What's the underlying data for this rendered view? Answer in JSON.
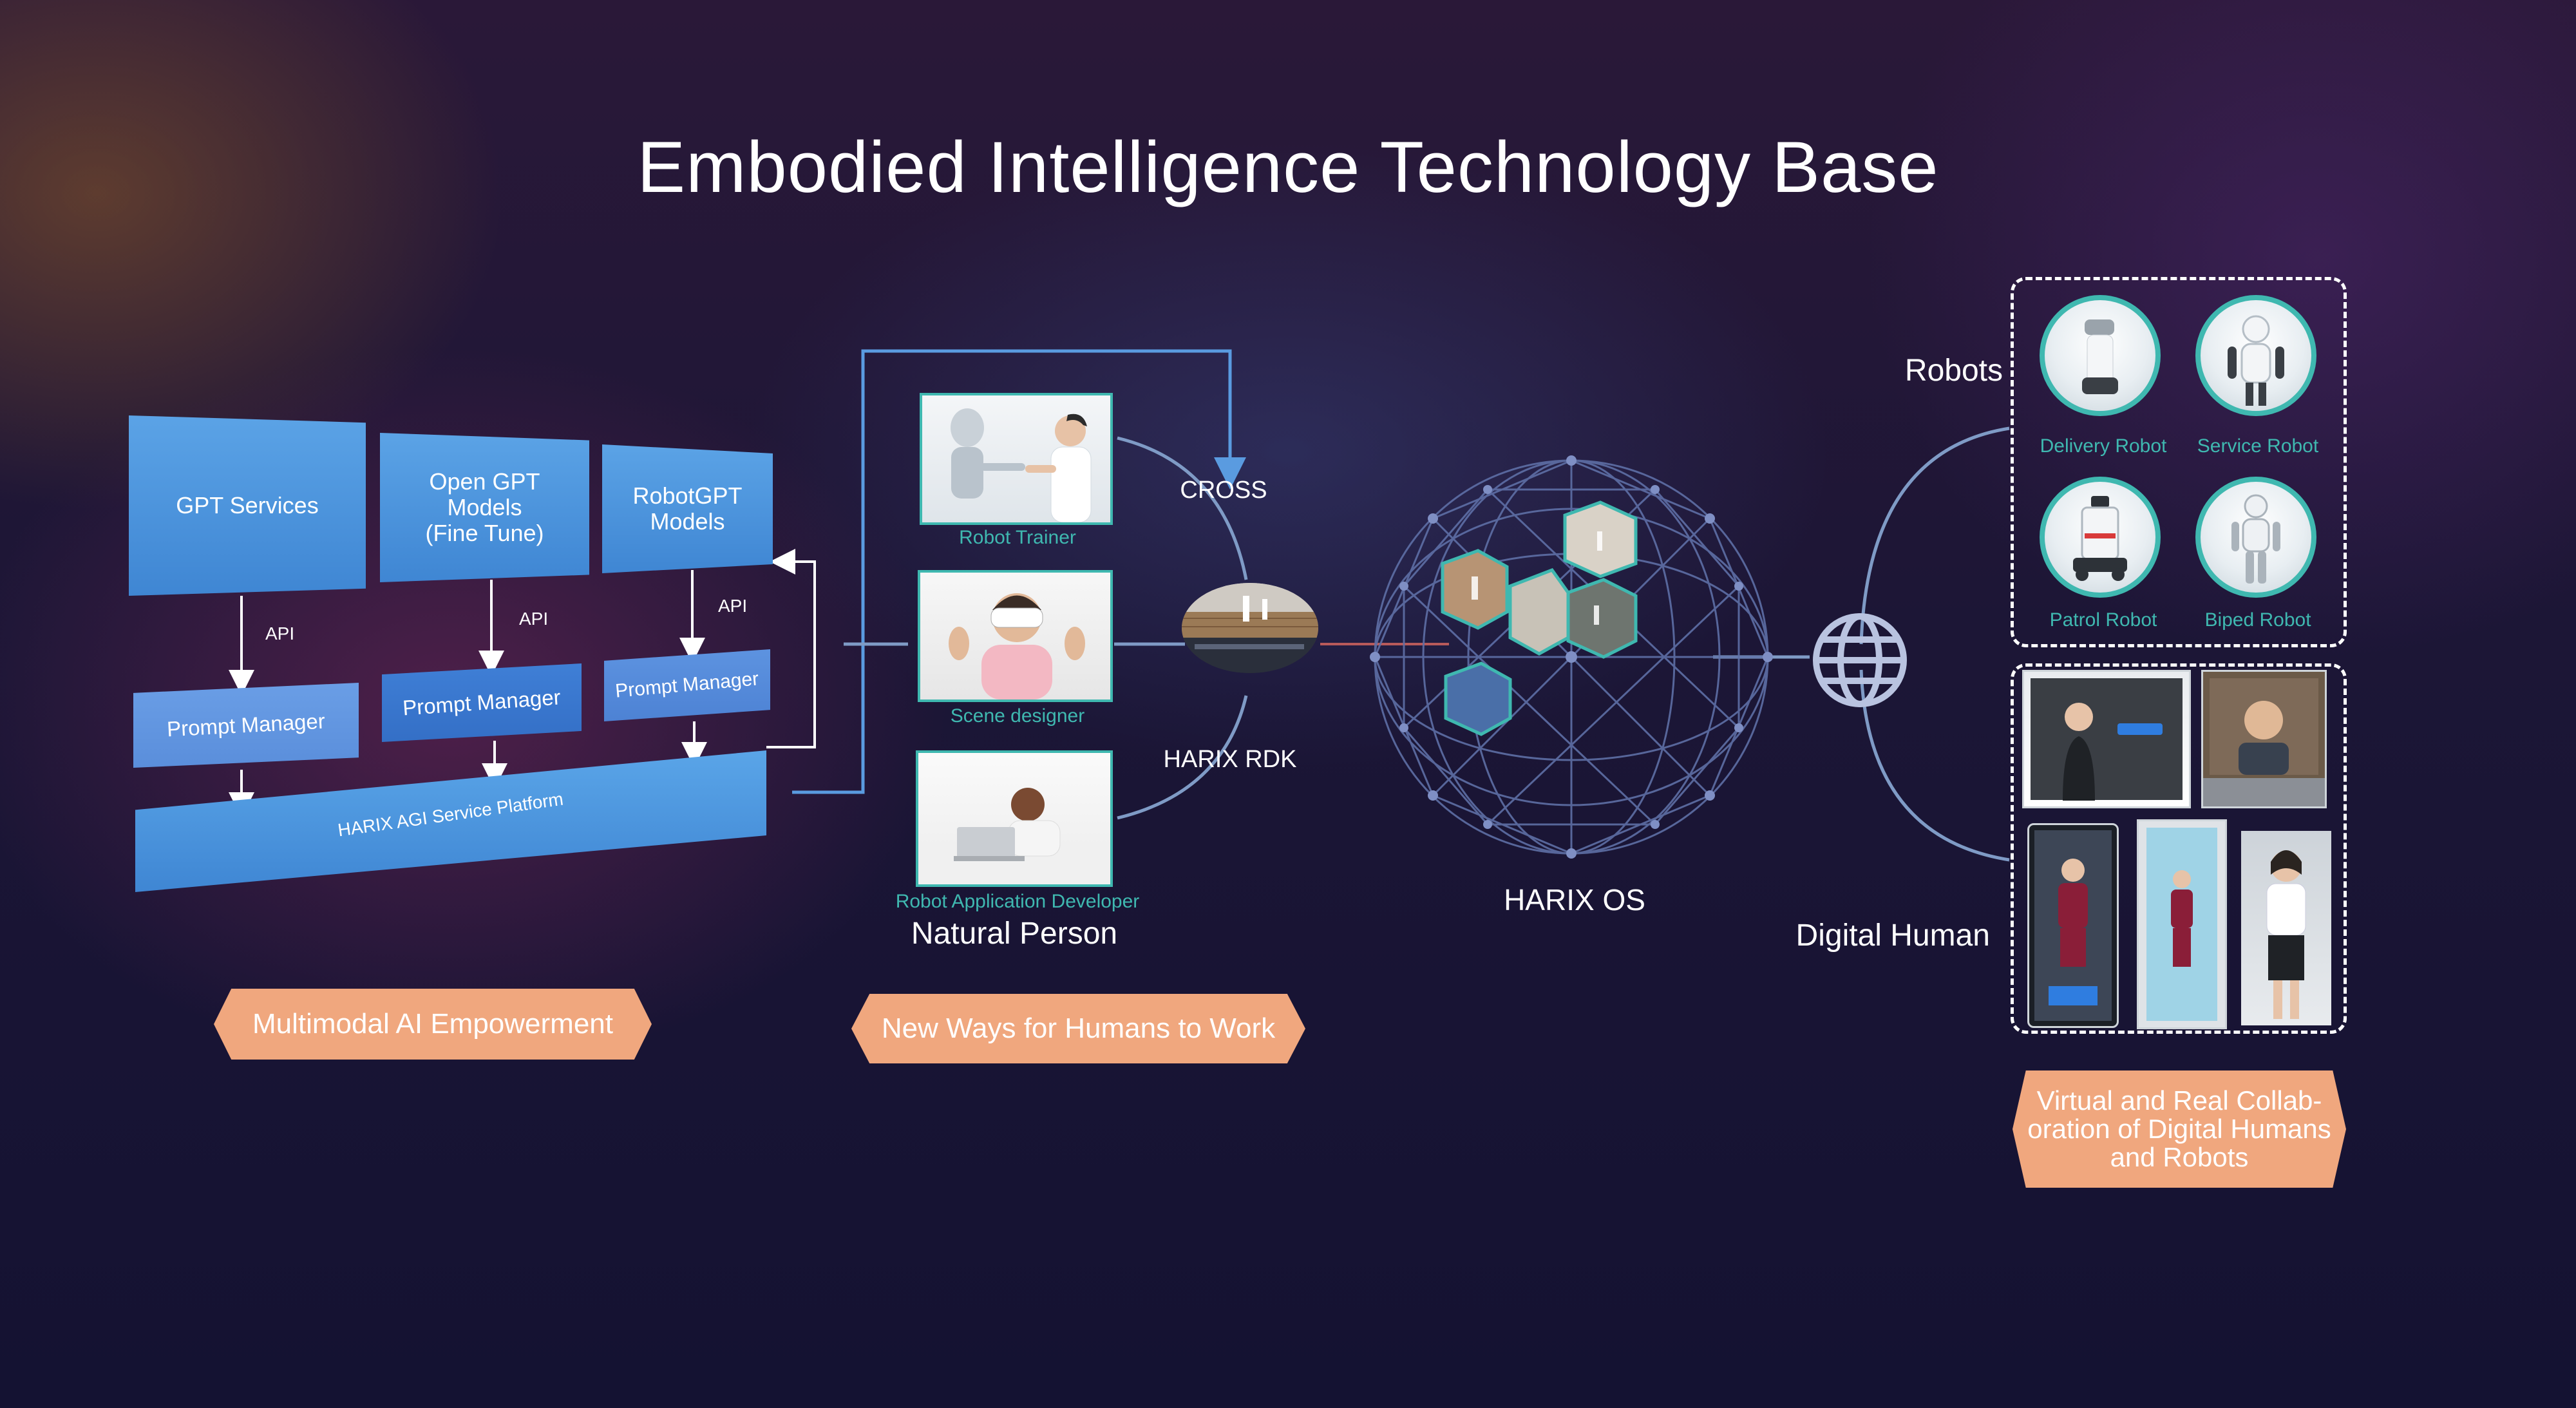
{
  "title": "Embodied Intelligence Technology Base",
  "left_stack": {
    "blocks": [
      "GPT Services",
      "Open GPT\nModels\n(Fine Tune)",
      "RobotGPT\nModels"
    ],
    "api_labels": [
      "API",
      "API",
      "API"
    ],
    "prompt_managers": [
      "Prompt Manager",
      "Prompt Manager",
      "Prompt Manager"
    ],
    "platform": "HARIX AGI Service Platform",
    "badge": "Multimodal AI Empowerment"
  },
  "people": {
    "roles": [
      "Robot Trainer",
      "Scene designer",
      "Robot Application Developer"
    ],
    "group_label": "Natural Person",
    "badge": "New Ways for Humans to Work"
  },
  "center": {
    "cross_label": "CROSS",
    "rdk_label": "HARIX RDK",
    "os_label": "HARIX OS"
  },
  "right": {
    "robots_label": "Robots",
    "robots": [
      "Delivery Robot",
      "Service Robot",
      "Patrol Robot",
      "Biped Robot"
    ],
    "digital_human_label": "Digital Human",
    "badge": "Virtual and Real Collab-\noration of Digital Humans\nand Robots"
  },
  "icons": [
    "globe-icon"
  ],
  "colors": {
    "accent_blue": "#4a90dc",
    "teal": "#3fb8b0",
    "badge": "#f0a77e"
  }
}
